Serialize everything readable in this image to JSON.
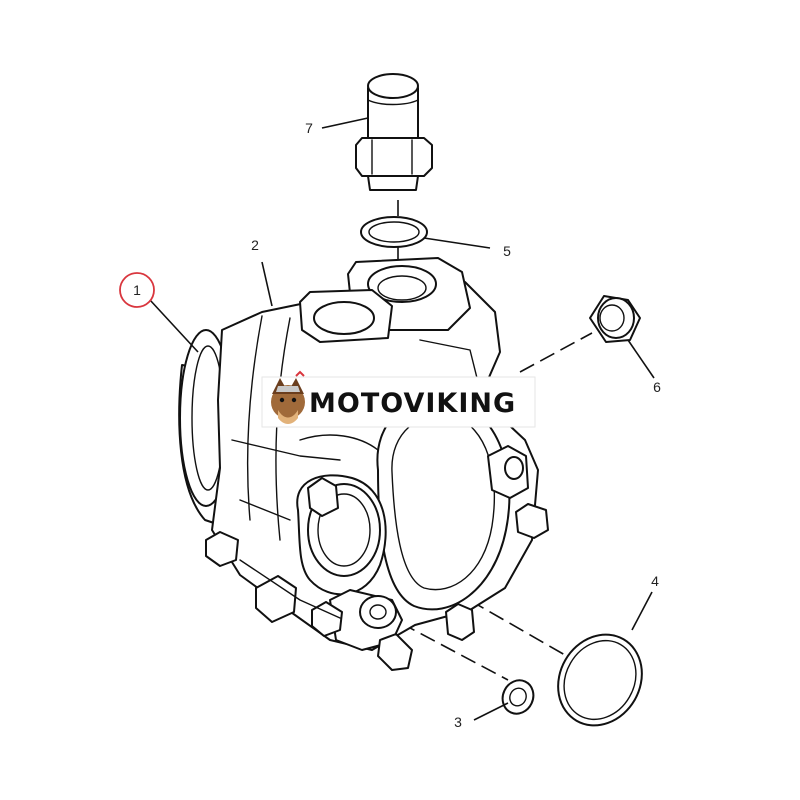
{
  "callouts": [
    {
      "id": "1",
      "label": "1",
      "highlighted": true
    },
    {
      "id": "2",
      "label": "2"
    },
    {
      "id": "3",
      "label": "3"
    },
    {
      "id": "4",
      "label": "4"
    },
    {
      "id": "5",
      "label": "5"
    },
    {
      "id": "6",
      "label": "6"
    },
    {
      "id": "7",
      "label": "7"
    }
  ],
  "watermark": {
    "brand": "MOTOVIKING"
  },
  "colors": {
    "highlight": "#d9363e",
    "line": "#111111",
    "background": "#ffffff"
  }
}
